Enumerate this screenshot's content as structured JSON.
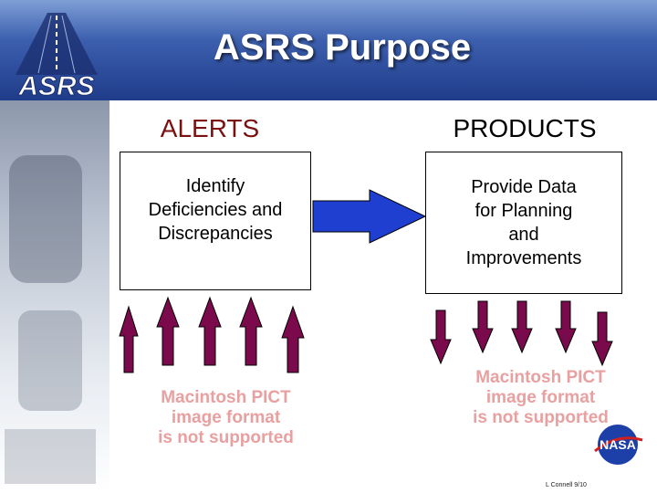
{
  "slide": {
    "title": "ASRS Purpose",
    "logo_text": "ASRS",
    "left_heading": "ALERTS",
    "right_heading": "PRODUCTS",
    "left_box_lines": [
      "Identify",
      "Deficiencies and",
      "Discrepancies"
    ],
    "right_box_lines": [
      "Provide Data",
      "for Planning",
      "and",
      "Improvements"
    ],
    "pict_left_lines": [
      "Macintosh PICT",
      "image format",
      "is not supported"
    ],
    "pict_right_lines": [
      "Macintosh PICT",
      "image format",
      "is not supported"
    ],
    "footer": "L Connell 9/10",
    "nasa_logo_text": "NASA"
  },
  "colors": {
    "arrow_purple": "#7a0a4c",
    "arrow_blue": "#1f3fd0",
    "pict_text": "#e8a0a0",
    "banner_blue": "#2a4a9a"
  },
  "icons": {
    "connector": "right-arrow-icon",
    "inputs": "up-arrow-icon",
    "outputs": "down-arrow-icon"
  }
}
